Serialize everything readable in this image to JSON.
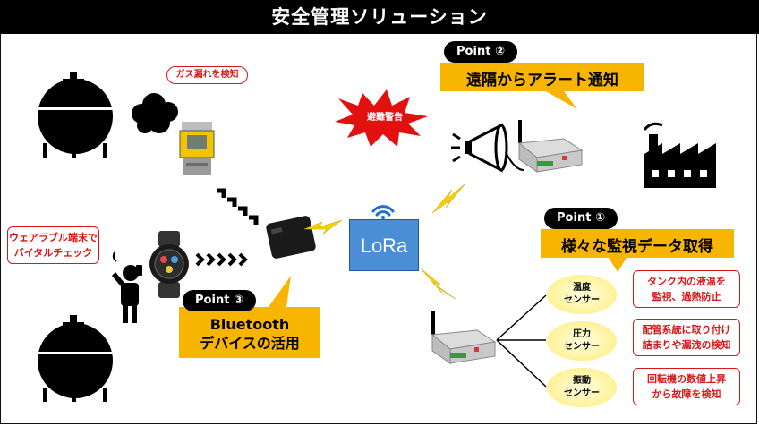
{
  "title": "安全管理ソリューション",
  "gas_leak_label": "ガス漏れを検知",
  "wearable_label_line1": "ウェアラブル端末で",
  "wearable_label_line2": "バイタルチェック",
  "evacuation_alarm": "避難警告",
  "lora_label": "LoRa",
  "points": [
    {
      "label": "Point ②",
      "text_line1": "遠隔からアラート通知",
      "text_line2": ""
    },
    {
      "label": "Point ①",
      "text_line1": "様々な監視データ取得",
      "text_line2": ""
    },
    {
      "label": "Point ③",
      "text_line1": "Bluetooth",
      "text_line2": "デバイスの活用"
    }
  ],
  "sensors": [
    {
      "name_line1": "温度",
      "name_line2": "センサー",
      "desc_line1": "タンク内の液温を",
      "desc_line2": "監視、過熱防止"
    },
    {
      "name_line1": "圧力",
      "name_line2": "センサー",
      "desc_line1": "配管系統に取り付け",
      "desc_line2": "詰まりや漏洩の検知"
    },
    {
      "name_line1": "振動",
      "name_line2": "センサー",
      "desc_line1": "回転機の数値上昇",
      "desc_line2": "から故障を検知"
    }
  ],
  "colors": {
    "accent_yellow": "#f7b500",
    "alert_red": "#d71818",
    "lora_blue": "#4a8fd6",
    "title_bg": "#000000"
  }
}
